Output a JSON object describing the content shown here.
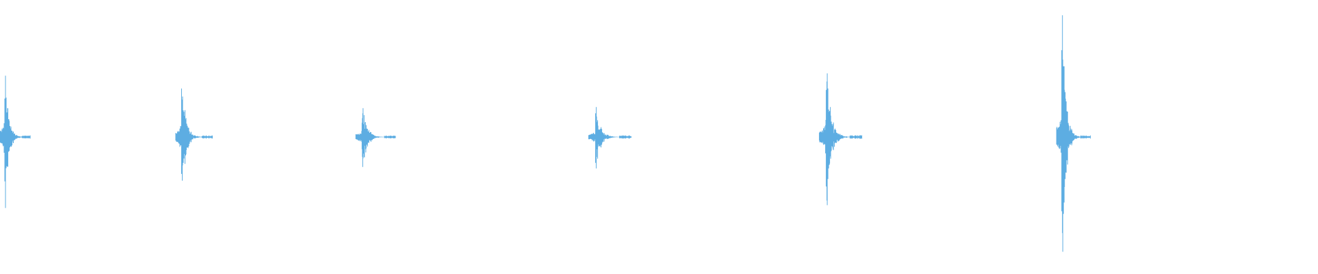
{
  "waveform": {
    "color": "#5DADE2",
    "background": "#ffffff",
    "duration_seconds": 60,
    "amplitude_range": [
      -1,
      1
    ],
    "bursts": [
      {
        "time": 0.0,
        "peak": 0.62,
        "length": 1.0
      },
      {
        "time": 8.0,
        "peak": 0.46,
        "length": 1.2
      },
      {
        "time": 16.2,
        "peak": 0.27,
        "length": 1.3
      },
      {
        "time": 26.8,
        "peak": 0.25,
        "length": 1.4
      },
      {
        "time": 37.3,
        "peak": 0.55,
        "length": 1.4
      },
      {
        "time": 48.1,
        "peak": 0.99,
        "length": 1.1
      }
    ]
  }
}
